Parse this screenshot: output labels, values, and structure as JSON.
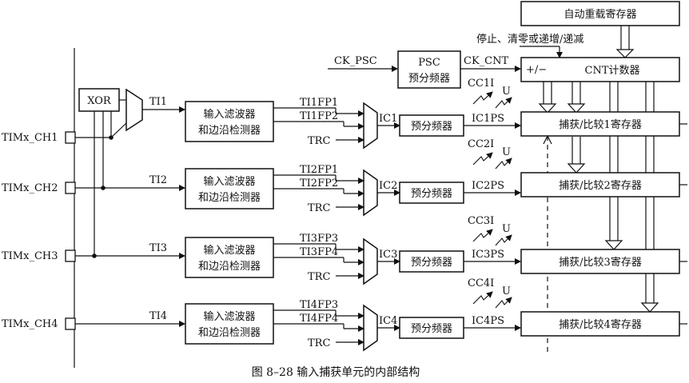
{
  "figure": {
    "caption": "图 8–28    输入捕获单元的内部结构"
  },
  "top": {
    "auto_reload": "自动重载寄存器",
    "control_text": "停止、清零或递增/递减",
    "ck_psc": "CK_PSC",
    "psc_line1": "PSC",
    "psc_line2": "预分频器",
    "ck_cnt": "CK_CNT",
    "cnt_updown": "+/−",
    "cnt_label": "CNT计数器",
    "xor": "XOR"
  },
  "channels": [
    {
      "pin": "TIMx_CH1",
      "ti": "TI1",
      "filter1": "输入滤波器",
      "filter2": "和边沿检测器",
      "fp_a": "TI1FP1",
      "fp_b": "TI1FP2",
      "trc": "TRC",
      "ic": "IC1",
      "presc": "预分频器",
      "ps": "IC1PS",
      "cci": "CC1I",
      "u": "U",
      "reg": "捕获/比较1寄存器"
    },
    {
      "pin": "TIMx_CH2",
      "ti": "TI2",
      "filter1": "输入滤波器",
      "filter2": "和边沿检测器",
      "fp_a": "TI2FP1",
      "fp_b": "TI2FP2",
      "trc": "TRC",
      "ic": "IC2",
      "presc": "预分频器",
      "ps": "IC2PS",
      "cci": "CC2I",
      "u": "U",
      "reg": "捕获/比较2寄存器"
    },
    {
      "pin": "TIMx_CH3",
      "ti": "TI3",
      "filter1": "输入滤波器",
      "filter2": "和边沿检测器",
      "fp_a": "TI3FP3",
      "fp_b": "TI3FP4",
      "trc": "TRC",
      "ic": "IC3",
      "presc": "预分频器",
      "ps": "IC3PS",
      "cci": "CC3I",
      "u": "U",
      "reg": "捕获/比较3寄存器"
    },
    {
      "pin": "TIMx_CH4",
      "ti": "TI4",
      "filter1": "输入滤波器",
      "filter2": "和边沿检测器",
      "fp_a": "TI4FP3",
      "fp_b": "TI4FP4",
      "trc": "TRC",
      "ic": "IC4",
      "presc": "预分频器",
      "ps": "IC4PS",
      "cci": "CC4I",
      "u": "U",
      "reg": "捕获/比较4寄存器"
    }
  ]
}
